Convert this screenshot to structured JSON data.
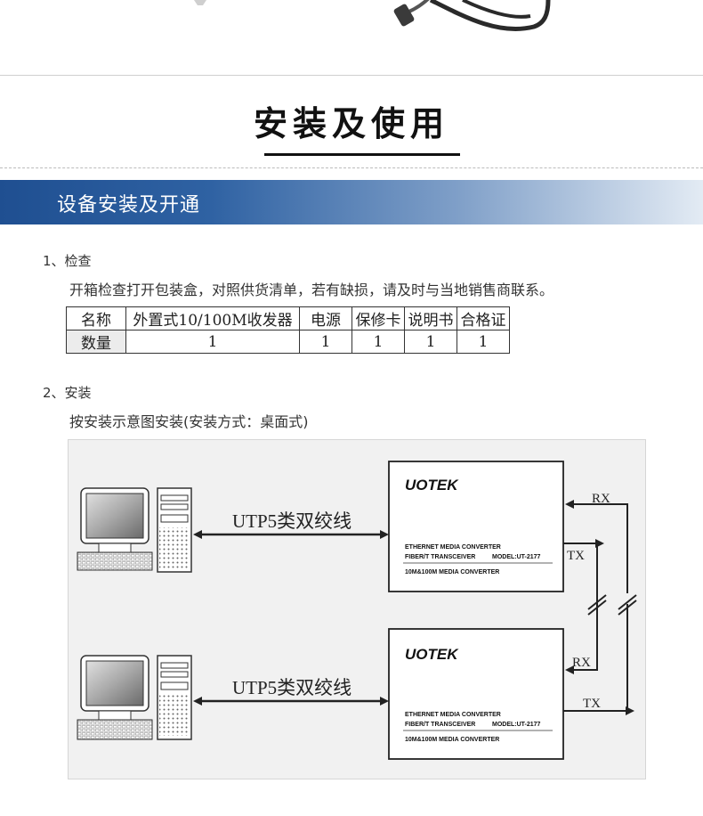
{
  "section": {
    "title": "安装及使用"
  },
  "banner": {
    "title": "设备安装及开通"
  },
  "step1": {
    "heading": "1、检查",
    "description": "开箱检查打开包装盒，对照供货清单，若有缺损，请及时与当地销售商联系。",
    "table": {
      "header": [
        "名称",
        "外置式10/100M收发器",
        "电源",
        "保修卡",
        "说明书",
        "合格证"
      ],
      "row": [
        "数量",
        "1",
        "1",
        "1",
        "1",
        "1"
      ]
    }
  },
  "step2": {
    "heading": "2、安装",
    "description": "按安装示意图安装(安装方式：桌面式)"
  },
  "diagram": {
    "cable_label_top": "UTP5类双绞线",
    "cable_label_bottom": "UTP5类双绞线",
    "brand": "UOTEK",
    "device_line1": "ETHERNET MEDIA CONVERTER",
    "device_line2": "FIBER/T TRANSCEIVER",
    "device_model": "MODEL:UT-2177",
    "device_line3": "10M&100M MEDIA CONVERTER",
    "rx": "RX",
    "tx": "TX"
  }
}
